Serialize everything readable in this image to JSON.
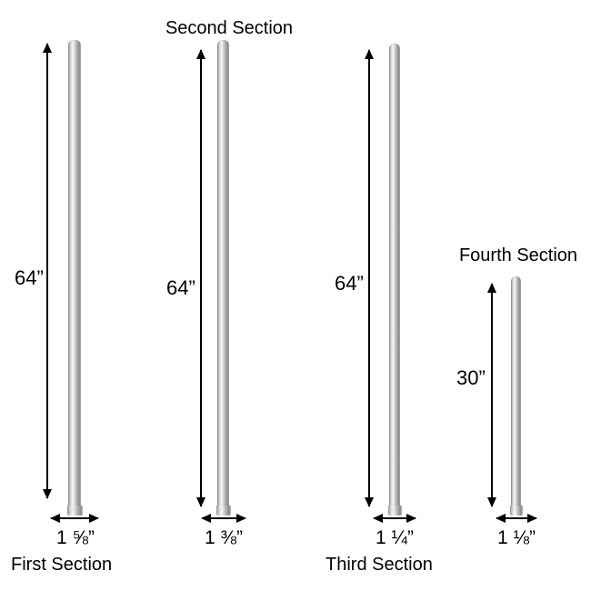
{
  "sections": [
    {
      "name": "First Section",
      "height_label": "64”",
      "width_label": "1 ⅝”"
    },
    {
      "name": "Second Section",
      "height_label": "64”",
      "width_label": "1 ⅜”"
    },
    {
      "name": "Third Section",
      "height_label": "64”",
      "width_label": "1 ¼”"
    },
    {
      "name": "Fourth Section",
      "height_label": "30”",
      "width_label": "1 ⅛”"
    }
  ]
}
